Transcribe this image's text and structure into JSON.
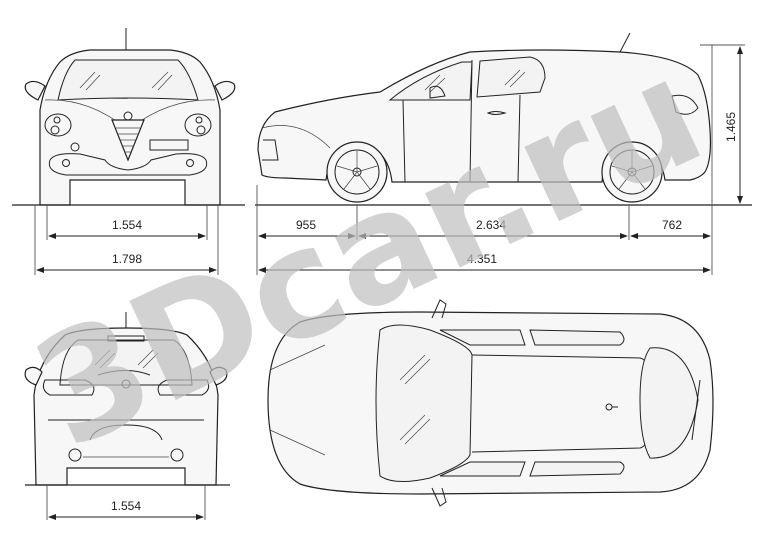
{
  "drawing": {
    "subject": "hatchback car dimension blueprint",
    "units": "meters",
    "views": [
      "front-view",
      "side-view",
      "rear-view",
      "top-view"
    ]
  },
  "dimensions": {
    "front_track": "1.554",
    "overall_width": "1.798",
    "front_overhang": "955",
    "wheelbase": "2.634",
    "rear_overhang": "762",
    "overall_length": "4.351",
    "overall_height": "1.465",
    "rear_track": "1.554"
  },
  "watermark": {
    "text": "3Dcar.ru",
    "color": "#bfbfbf"
  },
  "colors": {
    "line": "#222222",
    "body_fill": "#f7f7f7",
    "background": "#ffffff"
  }
}
